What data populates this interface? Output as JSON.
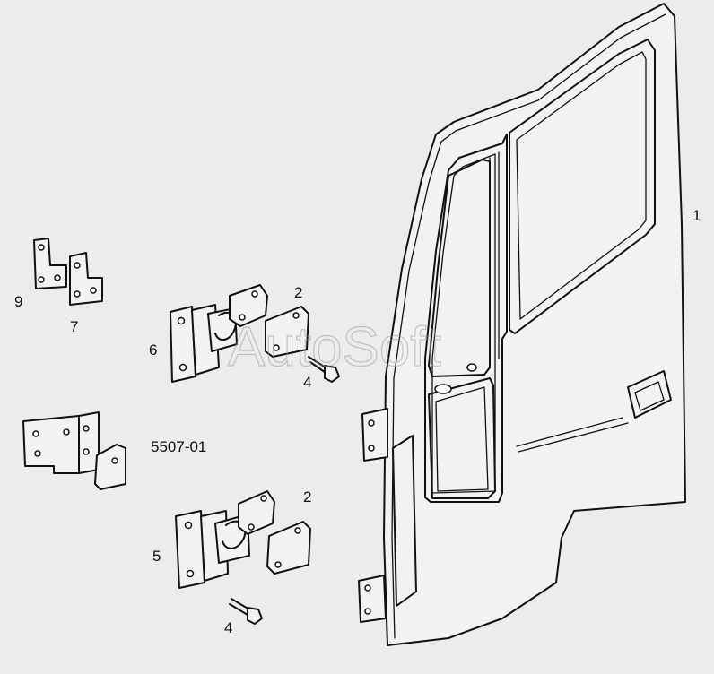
{
  "watermark": "AutoSoft",
  "callouts": {
    "door": "1",
    "plate_top": "2",
    "plate_bottom": "2",
    "bolt_top": "4",
    "bolt_bottom": "4",
    "hinge_lower": "5",
    "hinge_upper": "6",
    "bracket_7": "7",
    "bracket_9": "9",
    "hinge_kit": "5507-01"
  }
}
